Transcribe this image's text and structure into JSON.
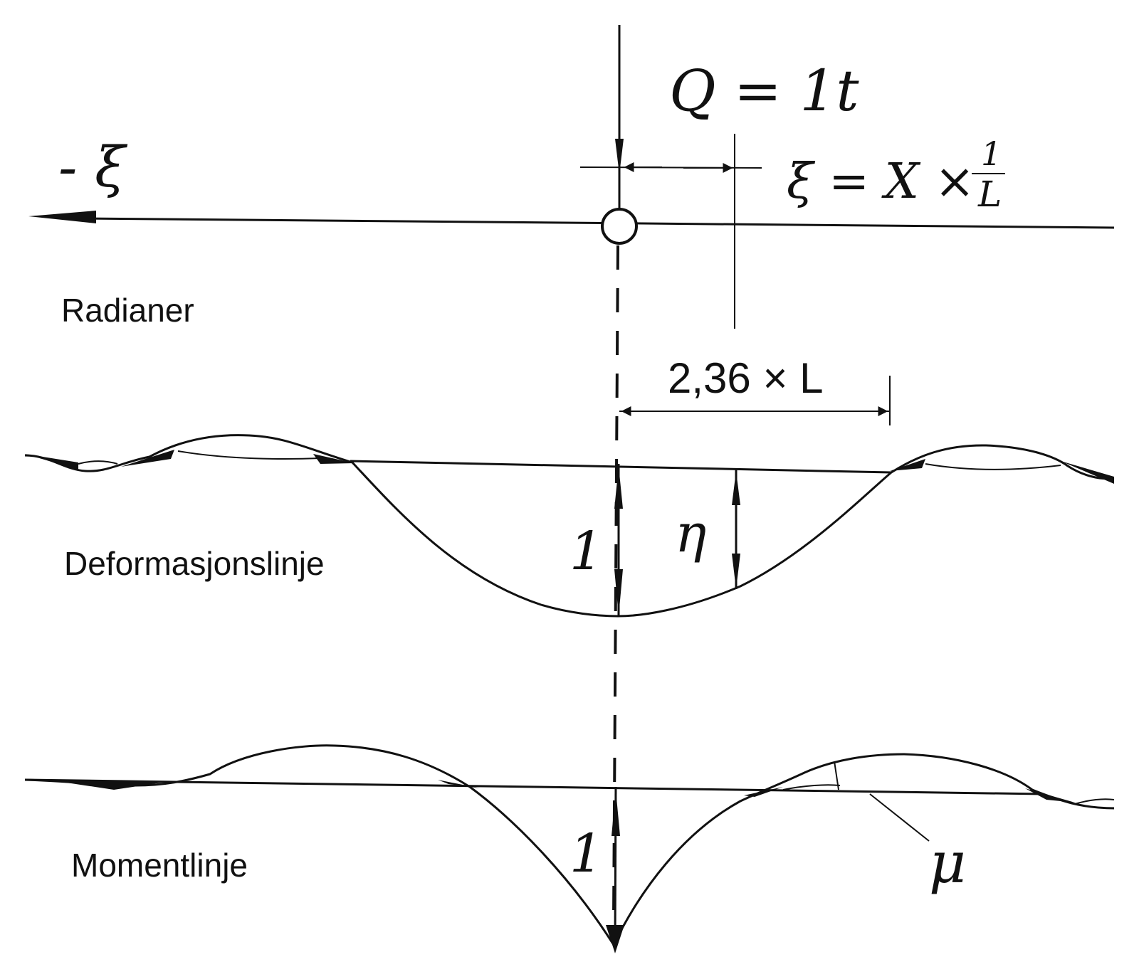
{
  "labels": {
    "load": "Q = 1t",
    "neg_xi": "- ξ",
    "xi_def_lhs": "ξ = X ×",
    "frac_num": "1",
    "frac_den": "L",
    "radianer": "Radianer",
    "distance": "2,36 × L",
    "deformasjonslinje": "Deformasjonslinje",
    "unit_deflection": "1",
    "eta": "η",
    "momentlinje": "Momentlinje",
    "unit_moment": "1",
    "mu": "μ"
  }
}
